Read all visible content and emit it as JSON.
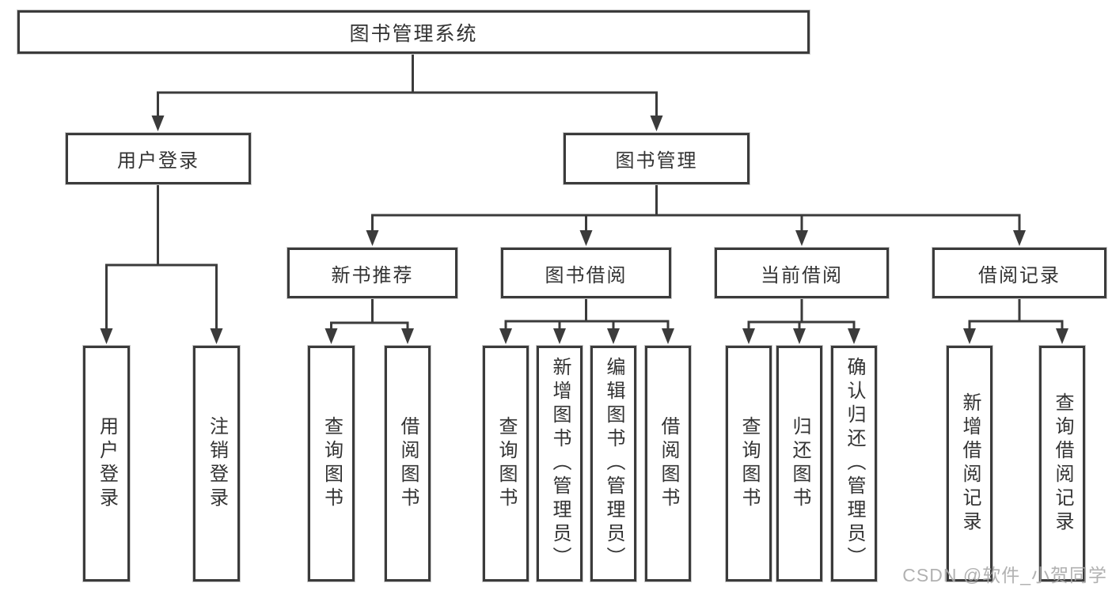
{
  "root": {
    "label": "图书管理系统"
  },
  "user_branch": {
    "label": "用户登录",
    "leaves": [
      "用户登录",
      "注销登录"
    ]
  },
  "book_branch": {
    "label": "图书管理",
    "sections": [
      {
        "label": "新书推荐",
        "leaves": [
          "查询图书",
          "借阅图书"
        ]
      },
      {
        "label": "图书借阅",
        "leaves": [
          "查询图书",
          "新增图书（管理员）",
          "编辑图书（管理员）",
          "借阅图书"
        ]
      },
      {
        "label": "当前借阅",
        "leaves": [
          "查询图书",
          "归还图书",
          "确认归还（管理员）"
        ]
      },
      {
        "label": "借阅记录",
        "leaves": [
          "新增借阅记录",
          "查询借阅记录"
        ]
      }
    ]
  },
  "watermark": "CSDN @软件_小贺同学",
  "colors": {
    "line": "#3b3b3b",
    "text": "#333333",
    "background": "#ffffff",
    "watermark": "#a9a9a9"
  }
}
